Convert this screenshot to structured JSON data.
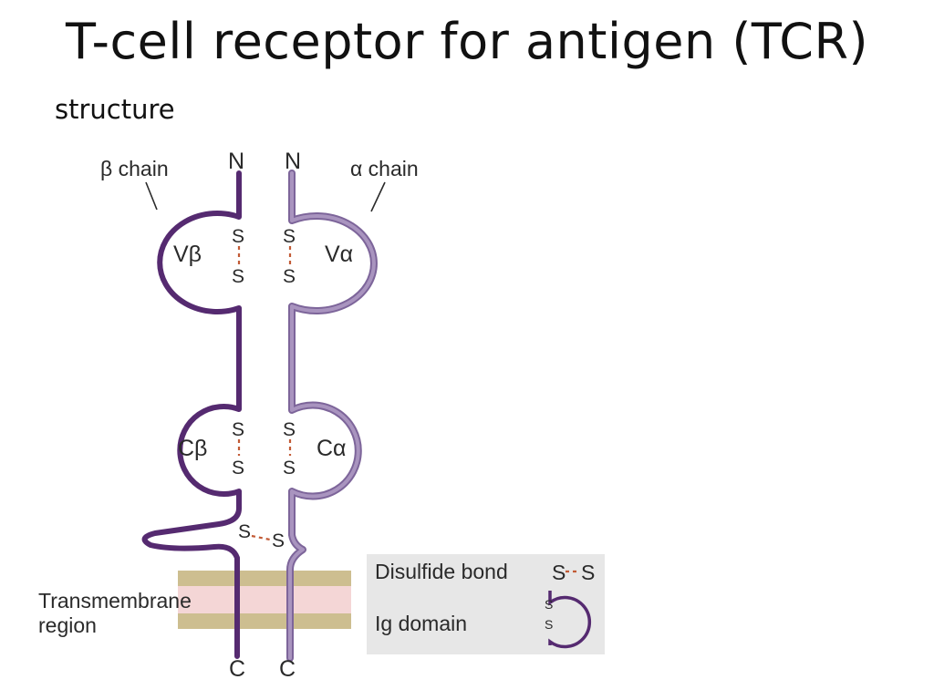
{
  "title": "T-cell receptor for antigen (TCR)",
  "subtitle": "structure",
  "colors": {
    "beta_chain": "#552a70",
    "alpha_chain": "#9a82b1",
    "alpha_chain_edge": "#7d659a",
    "membrane_band": "#cdbe90",
    "membrane_core": "#f4d6d6",
    "legend_bg": "#e7e7e7",
    "bond": "#c25a35"
  },
  "diagram": {
    "beta_chain_label": "β chain",
    "alpha_chain_label": "α chain",
    "n_terminus_beta": "N",
    "n_terminus_alpha": "N",
    "c_terminus_beta": "C",
    "c_terminus_alpha": "C",
    "sulfur": "S",
    "domains": {
      "v_beta": "Vβ",
      "v_alpha": "Vα",
      "c_beta": "Cβ",
      "c_alpha": "Cα"
    },
    "transmembrane_label_line1": "Transmembrane",
    "transmembrane_label_line2": "region"
  },
  "legend": {
    "disulfide_label": "Disulfide bond",
    "disulfide_symbol_s": "S",
    "ig_label": "Ig domain"
  }
}
